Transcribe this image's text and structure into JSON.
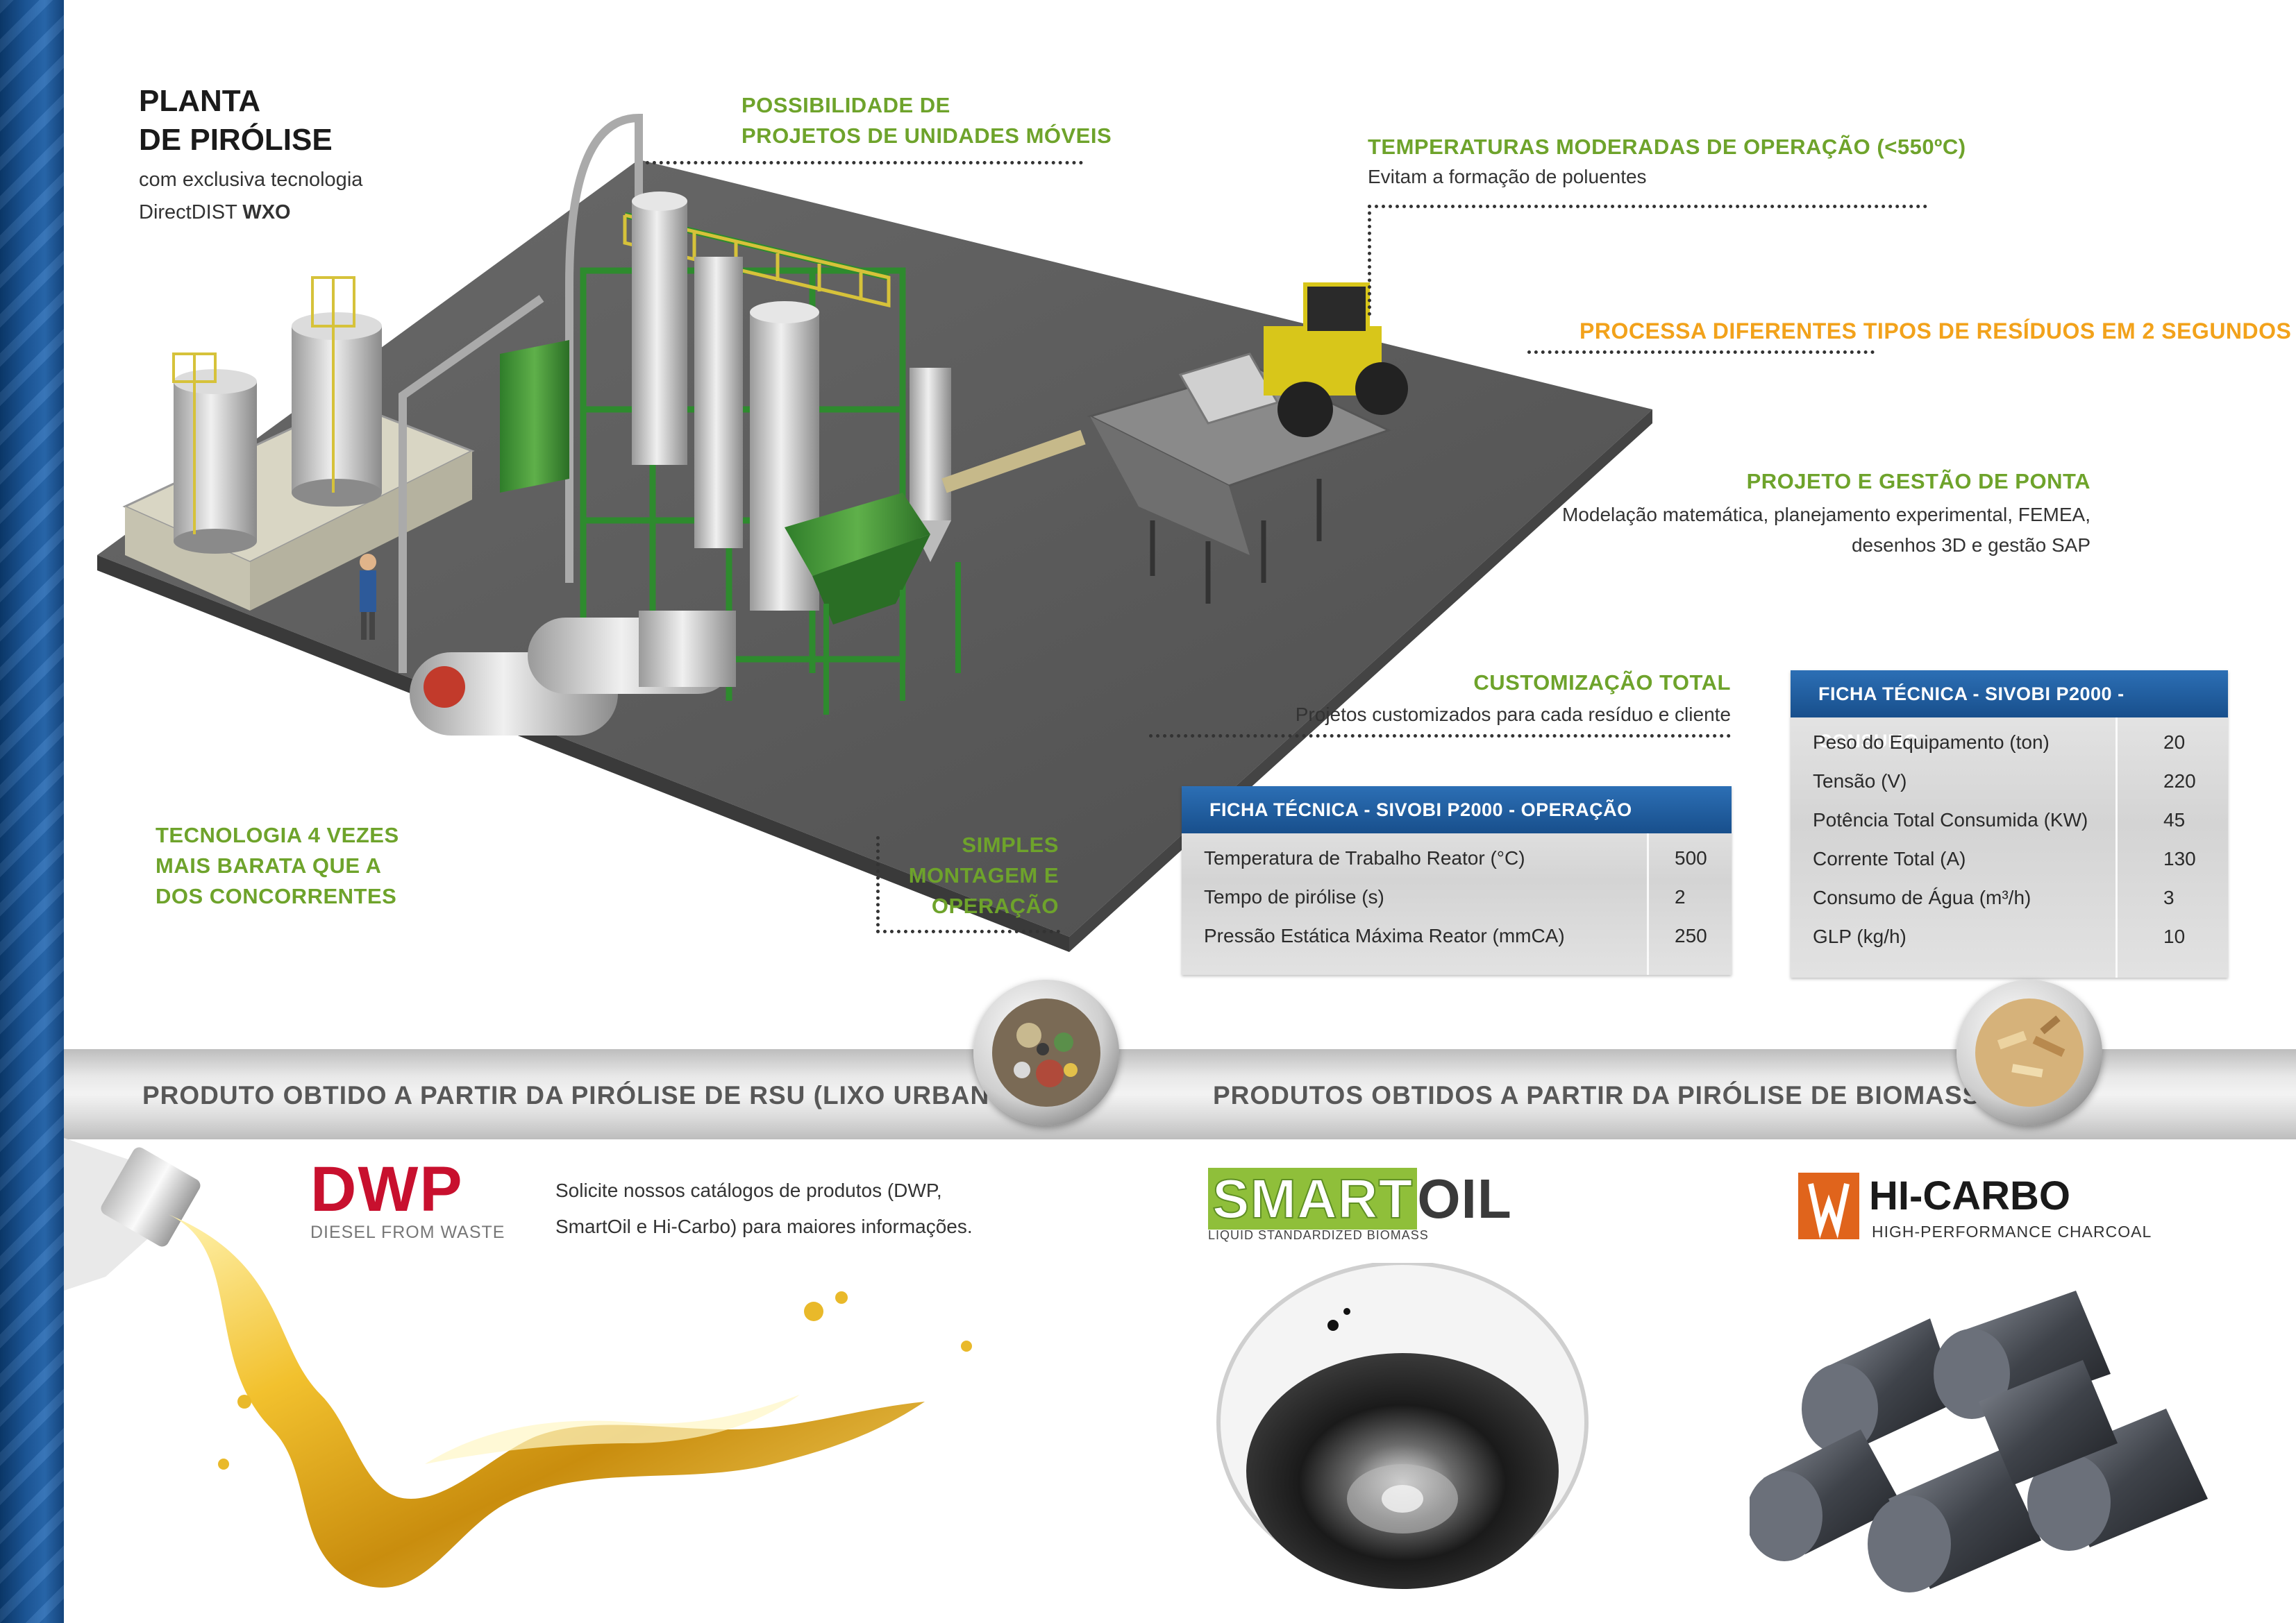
{
  "header": {
    "title_line1": "PLANTA",
    "title_line2": "DE PIRÓLISE",
    "subtitle_line1": "com exclusiva tecnologia",
    "subtitle_brand": "DirectDIST",
    "subtitle_brand_bold": "WXO"
  },
  "callouts": {
    "mobile_line1": "POSSIBILIDADE DE",
    "mobile_line2": "PROJETOS DE UNIDADES MÓVEIS",
    "temp_title": "TEMPERATURAS MODERADAS DE OPERAÇÃO (<550ºC)",
    "temp_sub": "Evitam a formação de poluentes",
    "waste_title": "PROCESSA DIFERENTES TIPOS DE RESÍDUOS EM 2 SEGUNDOS",
    "project_title": "PROJETO E GESTÃO DE PONTA",
    "project_sub1": "Modelação matemática, planejamento experimental, FEMEA,",
    "project_sub2": "desenhos 3D e gestão SAP",
    "custom_title": "CUSTOMIZAÇÃO TOTAL",
    "custom_sub": "Projetos customizados para cada resíduo e cliente",
    "cost_line1": "TECNOLOGIA 4 VEZES",
    "cost_line2": "MAIS BARATA QUE A",
    "cost_line3": "DOS CONCORRENTES",
    "simple_line1": "SIMPLES",
    "simple_line2": "MONTAGEM E",
    "simple_line3": "OPERAÇÃO"
  },
  "table_operation": {
    "title": "FICHA TÉCNICA - SIVOBI P2000 - OPERAÇÃO",
    "rows": [
      {
        "label": "Temperatura de Trabalho Reator (°C)",
        "value": "500"
      },
      {
        "label": "Tempo de pirólise (s)",
        "value": "2"
      },
      {
        "label": "Pressão Estática Máxima Reator (mmCA)",
        "value": "250"
      }
    ]
  },
  "table_consumption": {
    "title": "FICHA TÉCNICA - SIVOBI P2000 - CONSUMO",
    "rows": [
      {
        "label": "Peso do Equipamento (ton)",
        "value": "20"
      },
      {
        "label": "Tensão (V)",
        "value": "220"
      },
      {
        "label": "Potência Total Consumida (KW)",
        "value": "45"
      },
      {
        "label": "Corrente Total (A)",
        "value": "130"
      },
      {
        "label": "Consumo de Água (m³/h)",
        "value": "3"
      },
      {
        "label": "GLP (kg/h)",
        "value": "10"
      }
    ]
  },
  "band": {
    "rsu_title": "PRODUTO OBTIDO A PARTIR DA PIRÓLISE DE RSU (LIXO URBANO)",
    "biomass_title": "PRODUTOS OBTIDOS A PARTIR DA PIRÓLISE DE BIOMASSA"
  },
  "products": {
    "dwp_logo": "DWP",
    "dwp_tagline": "DIESEL FROM WASTE",
    "catalog_line1": "Solicite nossos catálogos de produtos (DWP,",
    "catalog_line2": "SmartOil e Hi-Carbo) para maiores informações.",
    "smartoil_logo_a": "SMART",
    "smartoil_logo_b": "OIL",
    "smartoil_tagline": "LIQUID STANDARDIZED BIOMASS",
    "hicarbo_logo": "HI-CARBO",
    "hicarbo_tagline": "HIGH-PERFORMANCE CHARCOAL"
  },
  "colors": {
    "accent_green": "#6ea32b",
    "accent_orange": "#f2a21b",
    "table_header_blue": "#1d5a9e",
    "dwp_red": "#c8102e"
  },
  "icons": [
    "pyrolysis-plant-illustration",
    "wheel-loader-illustration",
    "oil-splash-illustration",
    "bio-oil-beaker-illustration",
    "charcoal-briquettes-illustration",
    "urban-waste-lens",
    "wood-chips-lens"
  ]
}
